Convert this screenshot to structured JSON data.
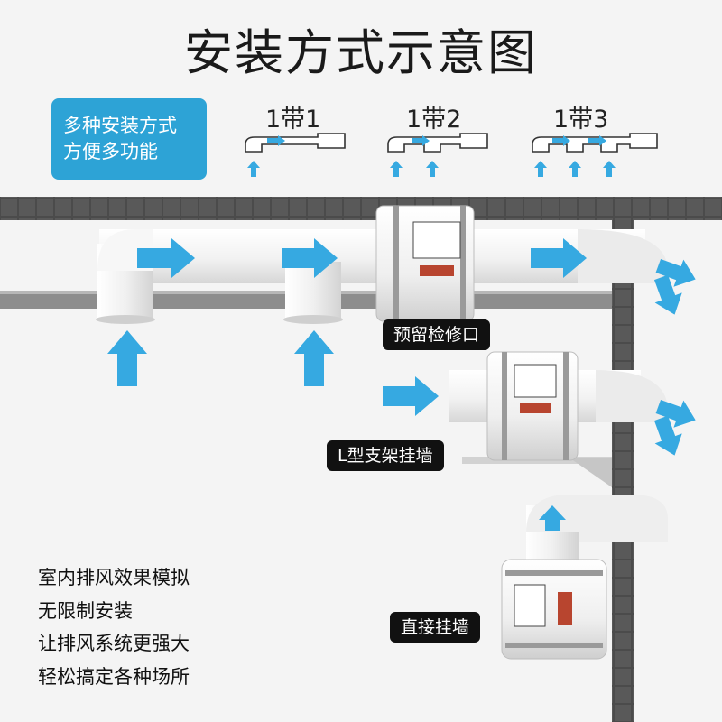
{
  "title": "安装方式示意图",
  "badge": {
    "line1": "多种安装方式",
    "line2": "方便多功能"
  },
  "configs": [
    {
      "label": "1带1"
    },
    {
      "label": "1带2"
    },
    {
      "label": "1带3"
    }
  ],
  "callouts": {
    "service_port": "预留检修口",
    "l_bracket": "L型支架挂墙",
    "direct_wall": "直接挂墙"
  },
  "notes": [
    "室内排风效果模拟",
    "无限制安装",
    "让排风系统更强大",
    "轻松搞定各种场所"
  ],
  "colors": {
    "arrow": "#36a9e1",
    "pipe": "#f1f1f1",
    "wall": "#4a4a4a",
    "badge": "#2da3d6",
    "tag": "#111111"
  }
}
